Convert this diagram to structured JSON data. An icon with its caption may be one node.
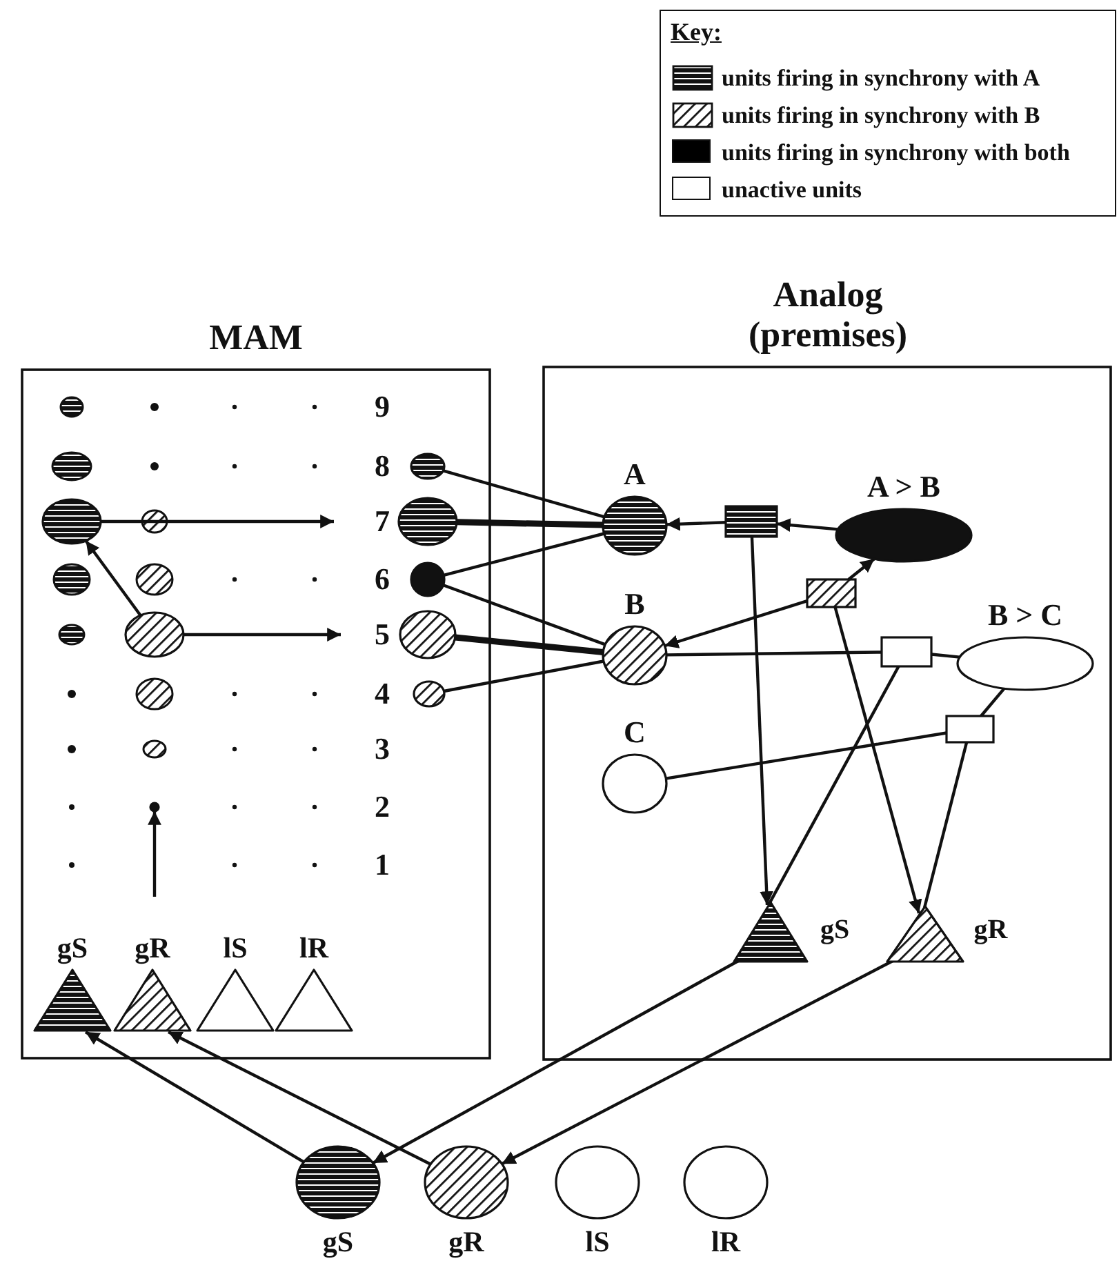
{
  "diagram": {
    "nodes": [
      {
        "text": [
          "MAM"
        ]
      },
      {
        "text": [
          "Analog (premises)"
        ]
      },
      {
        "text": [],
        "shape": "circle",
        "in": 0
      },
      {
        "text": [],
        "shape": "circle",
        "in": 0
      },
      {
        "text": [],
        "shape": "circle",
        "in": 0
      },
      {
        "text": [
          "gS"
        ],
        "in": 0
      },
      {
        "text": [
          "gR"
        ],
        "in": 0
      },
      {
        "text": [
          "lS"
        ],
        "in": 0
      },
      {
        "text": [
          "lR"
        ],
        "in": 0
      },
      {
        "text": [],
        "shape": "circle",
        "in": 0
      },
      {
        "text": [],
        "shape": "circle",
        "in": 0
      },
      {
        "text": [],
        "shape": "circle",
        "in": 0
      },
      {
        "text": [],
        "shape": "circle",
        "in": 0
      },
      {
        "text": [],
        "shape": "circle",
        "in": 0
      },
      {
        "text": [
          "A"
        ],
        "in": 1
      },
      {
        "text": [],
        "shape": "box",
        "in": 1
      },
      {
        "text": [
          "A > B"
        ],
        "in": 1
      },
      {
        "text": [],
        "shape": "box",
        "in": 1
      },
      {
        "text": [
          "B"
        ],
        "in": 1
      },
      {
        "text": [],
        "shape": "box",
        "in": 1
      },
      {
        "text": [
          "B > C"
        ],
        "in": 1
      },
      {
        "text": [],
        "shape": "box",
        "in": 1
      },
      {
        "text": [
          "C"
        ],
        "in": 1
      },
      {
        "text": [
          "gS"
        ],
        "in": 1
      },
      {
        "text": [
          "gR"
        ],
        "in": 1
      },
      {
        "text": [
          "gS"
        ]
      },
      {
        "text": [
          "gR"
        ]
      },
      {
        "text": [
          "lS"
        ]
      },
      {
        "text": [
          "lR"
        ]
      }
    ],
    "edges": [
      {
        "from": 2,
        "to": null,
        "arrow": "to"
      },
      {
        "from": 3,
        "to": null,
        "arrow": "to"
      },
      {
        "from": 3,
        "to": 2,
        "arrow": "to"
      },
      {
        "from": null,
        "to": 4,
        "arrow": "to"
      },
      {
        "from": 9,
        "to": 14,
        "arrow": "none"
      },
      {
        "from": 10,
        "to": 14,
        "arrow": "none",
        "style": "thick"
      },
      {
        "from": 11,
        "to": 14,
        "arrow": "none"
      },
      {
        "from": 11,
        "to": 18,
        "arrow": "none"
      },
      {
        "from": 12,
        "to": 18,
        "arrow": "none",
        "style": "thick"
      },
      {
        "from": 13,
        "to": 18,
        "arrow": "none"
      },
      {
        "from": 16,
        "to": 15,
        "arrow": "to"
      },
      {
        "from": 15,
        "to": 14,
        "arrow": "to"
      },
      {
        "from": 17,
        "to": 16,
        "arrow": "to"
      },
      {
        "from": 17,
        "to": 18,
        "arrow": "to"
      },
      {
        "from": 18,
        "to": 19,
        "arrow": "none"
      },
      {
        "from": 19,
        "to": 20,
        "arrow": "none"
      },
      {
        "from": 19,
        "to": 23,
        "arrow": "none"
      },
      {
        "from": 20,
        "to": 21,
        "arrow": "none"
      },
      {
        "from": 21,
        "to": 22,
        "arrow": "none"
      },
      {
        "from": 21,
        "to": 24,
        "arrow": "none"
      },
      {
        "from": 15,
        "to": 23,
        "arrow": "to"
      },
      {
        "from": 17,
        "to": 24,
        "arrow": "to"
      },
      {
        "from": 23,
        "to": 25,
        "arrow": "to"
      },
      {
        "from": 24,
        "to": 26,
        "arrow": "to"
      },
      {
        "from": 25,
        "to": 5,
        "arrow": "to"
      },
      {
        "from": 26,
        "to": 6,
        "arrow": "to"
      }
    ],
    "labels": [
      "Key:",
      "9",
      "8",
      "7",
      "6",
      "5",
      "4",
      "3",
      "2",
      "1"
    ],
    "legend": [
      {
        "text": "units firing in synchrony with A"
      },
      {
        "text": "units firing in synchrony with B"
      },
      {
        "text": "units firing in synchrony with both",
        "color": "#000000"
      },
      {
        "text": "unactive units",
        "color": "#ffffff"
      }
    ]
  }
}
